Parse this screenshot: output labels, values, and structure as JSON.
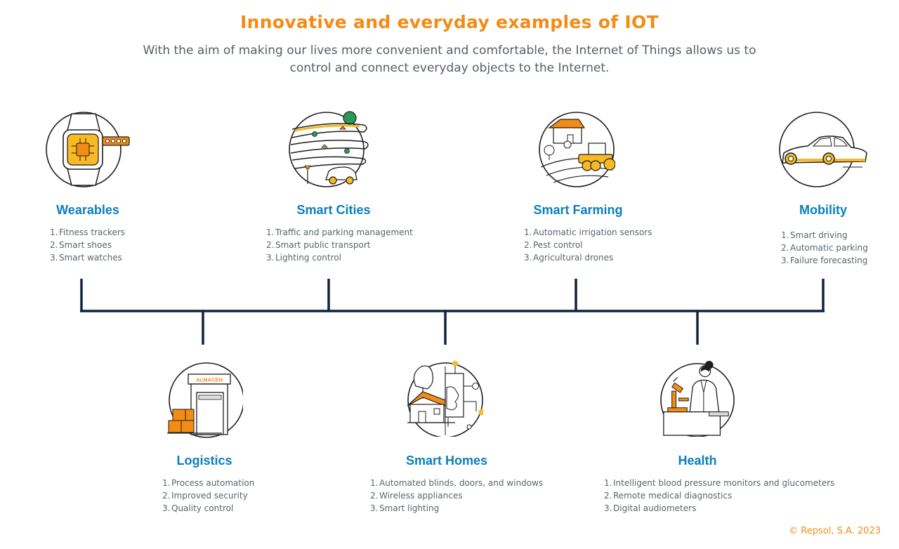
{
  "header": {
    "title": "Innovative and everyday examples of IOT",
    "subtitle": "With the aim of making our lives more convenient and comfortable, the Internet of Things allows us to control and connect everyday objects to the Internet."
  },
  "colors": {
    "accent_orange": "#f28c14",
    "heading_blue": "#0a7fbd",
    "line_navy": "#0f2441",
    "icon_yellow": "#f7b924",
    "text_gray": "#5b646b"
  },
  "categories": [
    {
      "id": "wearables",
      "title": "Wearables",
      "icon": "smartwatch-icon",
      "items": [
        "Fitness trackers",
        "Smart shoes",
        "Smart watches"
      ]
    },
    {
      "id": "smart-cities",
      "title": "Smart Cities",
      "icon": "city-parking-icon",
      "items": [
        "Traffic and parking management",
        "Smart public transport",
        "Lighting control"
      ]
    },
    {
      "id": "smart-farming",
      "title": "Smart Farming",
      "icon": "farm-tractor-icon",
      "items": [
        "Automatic irrigation sensors",
        "Pest control",
        "Agricultural drones"
      ]
    },
    {
      "id": "mobility",
      "title": "Mobility",
      "icon": "car-icon",
      "items": [
        "Smart driving",
        "Automatic parking",
        "Failure forecasting"
      ]
    },
    {
      "id": "logistics",
      "title": "Logistics",
      "icon": "warehouse-icon",
      "icon_label": "ALMACÉN",
      "items": [
        "Process automation",
        "Improved security",
        "Quality control"
      ]
    },
    {
      "id": "smart-homes",
      "title": "Smart Homes",
      "icon": "smart-house-icon",
      "items": [
        "Automated blinds, doors, and windows",
        "Wireless appliances",
        "Smart lighting"
      ]
    },
    {
      "id": "health",
      "title": "Health",
      "icon": "doctor-microscope-icon",
      "items": [
        "Intelligent blood pressure monitors and glucometers",
        "Remote medical diagnostics",
        "Digital audiometers"
      ]
    }
  ],
  "footer": {
    "copyright": "© Repsol, S.A. 2023"
  }
}
